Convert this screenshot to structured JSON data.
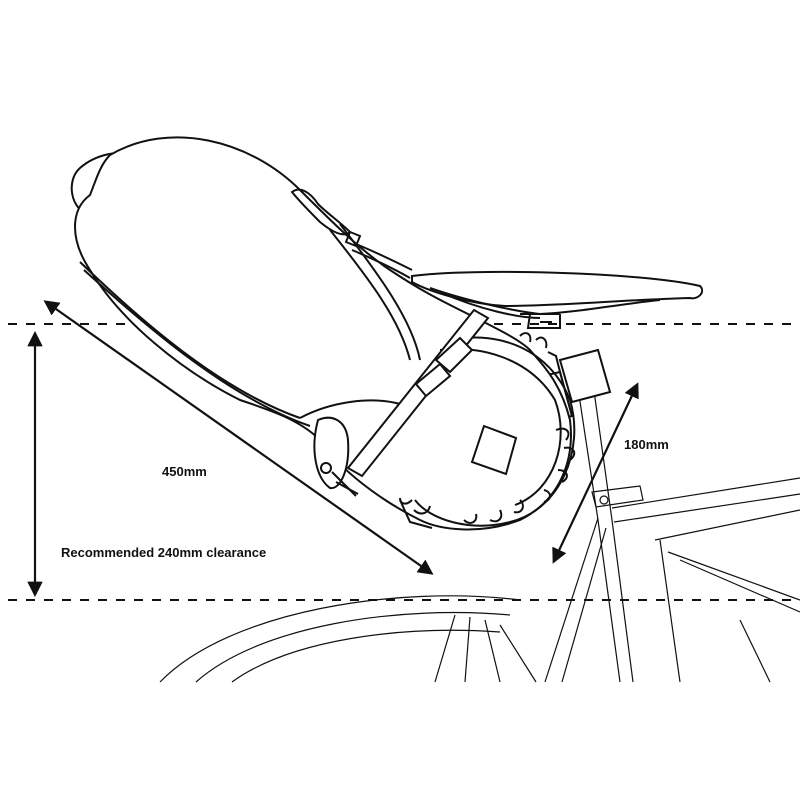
{
  "labels": {
    "bag_length": "450mm",
    "bag_depth": "180mm",
    "clearance": "Recommended 240mm clearance"
  },
  "colors": {
    "line": "#111111",
    "background": "#ffffff"
  }
}
